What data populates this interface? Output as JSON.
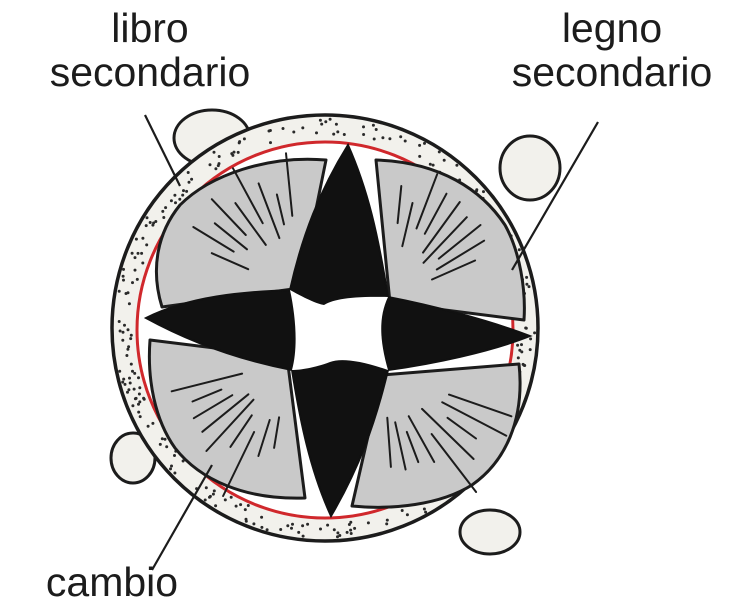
{
  "labels": {
    "top_left_1": "libro",
    "top_left_2": "secondario",
    "top_right_1": "legno",
    "top_right_2": "secondario",
    "bottom": "cambio"
  },
  "colors": {
    "background": "#ffffff",
    "cambium_ring": "#d0282c",
    "phloem_fill": "#f2f1ec",
    "xylem_fill": "#c9c9c9",
    "primary_xylem": "#111111",
    "outline": "#1c1c1c"
  }
}
